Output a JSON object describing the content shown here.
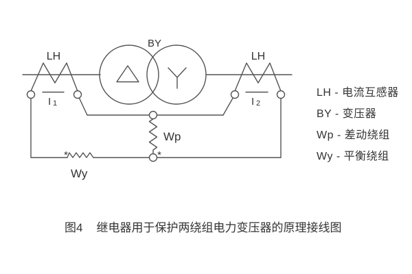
{
  "diagram": {
    "labels": {
      "lh_left": "LH",
      "lh_right": "LH",
      "by": "BY",
      "i1_base": "I",
      "i1_sub": "1",
      "i2_base": "I",
      "i2_sub": "2",
      "wp": "Wp",
      "wy": "Wy",
      "wp_polarity_mark": "*",
      "wy_polarity_mark": "*"
    },
    "colors": {
      "line": "#525252",
      "text": "#333333"
    }
  },
  "legend": {
    "items": [
      {
        "text": "LH - 电流互感器"
      },
      {
        "text": "BY - 变压器"
      },
      {
        "text": "Wp - 差动绕组"
      },
      {
        "text": "Wy - 平衡绕组"
      }
    ]
  },
  "caption": {
    "number": "图4",
    "text": "继电器用于保护两绕组电力变压器的原理接线图"
  }
}
